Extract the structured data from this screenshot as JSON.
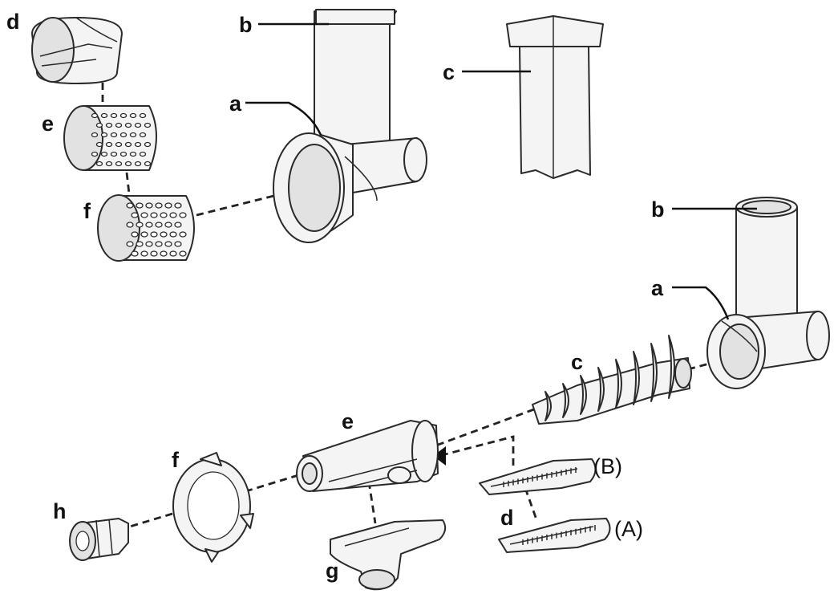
{
  "labels": {
    "top_d": "d",
    "top_e": "e",
    "top_f": "f",
    "top_a": "a",
    "top_b": "b",
    "top_c": "c",
    "bot_b": "b",
    "bot_a": "a",
    "bot_c": "c",
    "bot_e": "e",
    "bot_f": "f",
    "bot_h": "h",
    "bot_g": "g",
    "bot_d": "d",
    "variant_B": "(B)",
    "variant_A": "(A)"
  }
}
